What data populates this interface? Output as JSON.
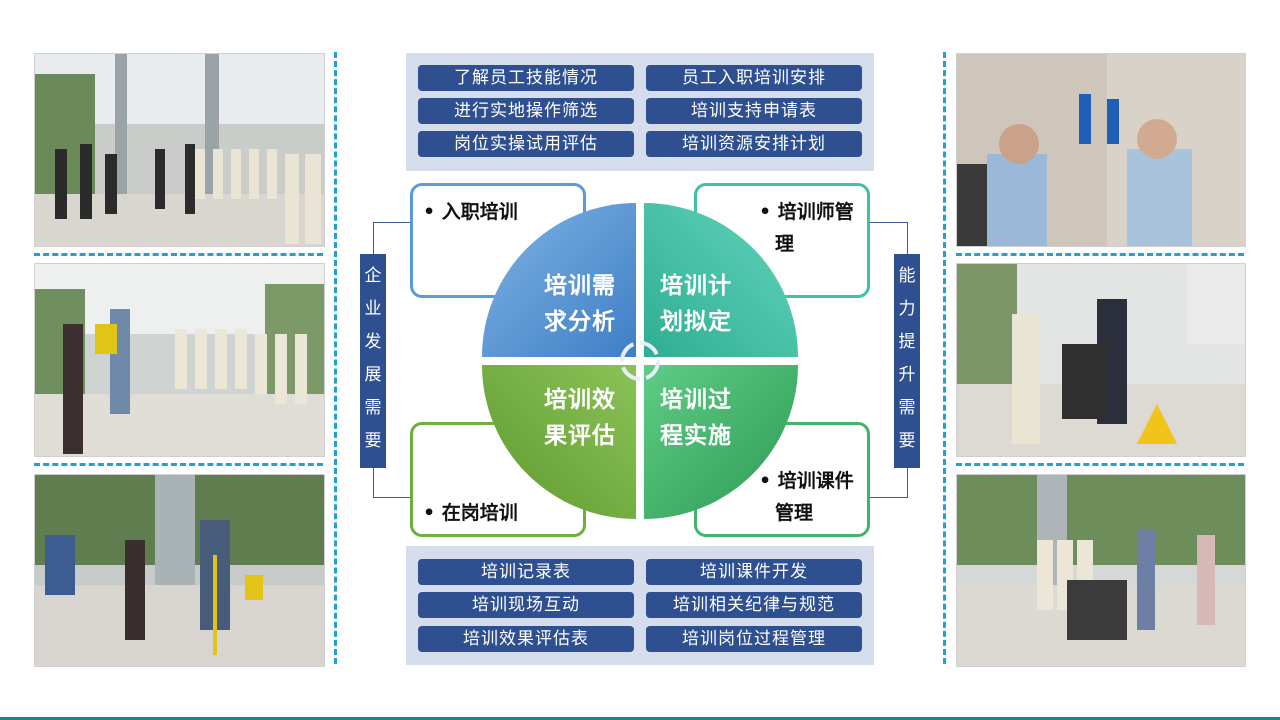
{
  "top_panel": {
    "items": [
      "了解员工技能情况",
      "员工入职培训安排",
      "进行实地操作筛选",
      "培训支持申请表",
      "岗位实操试用评估",
      "培训资源安排计划"
    ]
  },
  "bottom_panel": {
    "items": [
      "培训记录表",
      "培训课件开发",
      "培训现场互动",
      "培训相关纪律与规范",
      "培训效果评估表",
      "培训岗位过程管理"
    ]
  },
  "corner_boxes": {
    "top_left": "• 入职培训",
    "top_right_line1": "• 培训师管",
    "top_right_line2": "理",
    "bottom_left": "• 在岗培训",
    "bottom_right_line1": "• 培训课件",
    "bottom_right_line2": "管理"
  },
  "quadrants": {
    "top_left": [
      "培训需",
      "求分析"
    ],
    "top_right": [
      "培训计",
      "划拟定"
    ],
    "bottom_left": [
      "培训效",
      "果评估"
    ],
    "bottom_right": [
      "培训过",
      "程实施"
    ]
  },
  "side_labels": {
    "left": [
      "企",
      "业",
      "发",
      "展",
      "需",
      "要"
    ],
    "right": [
      "能",
      "力",
      "提",
      "升",
      "需",
      "要"
    ]
  },
  "colors": {
    "q_blue": "#5b9bd5",
    "q_teal": "#3ec1a6",
    "q_green_dark": "#6fae3c",
    "q_green": "#3fb56a",
    "pill": "#2e4f90",
    "dash": "#21a0d8"
  },
  "photos": {
    "left": [
      "photo-lobby-group-briefing",
      "photo-staff-line-training",
      "photo-mop-demonstration"
    ],
    "right": [
      "photo-wall-cleaning-demo",
      "photo-machine-training",
      "photo-scrubber-training"
    ]
  }
}
